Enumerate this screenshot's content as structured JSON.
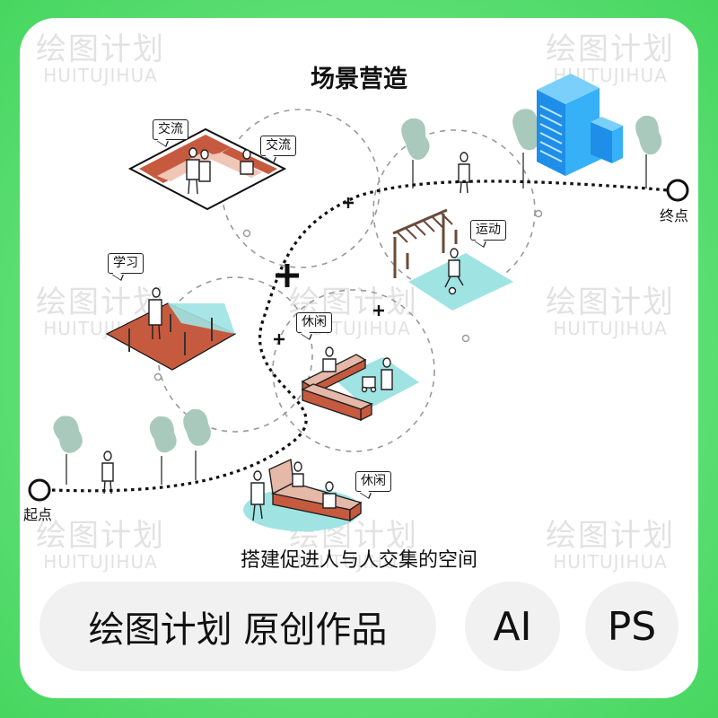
{
  "title": "场景营造",
  "subtitle": "搭建促进人与人交集的空间",
  "labels": {
    "exchange_1": "交流",
    "exchange_2": "交流",
    "study": "学习",
    "sport": "运动",
    "leisure_1": "休闲",
    "leisure_2": "休闲",
    "start": "起点",
    "end": "终点"
  },
  "footer": {
    "main": "绘图计划 原创作品",
    "ai": "AI",
    "ps": "PS"
  },
  "watermark": {
    "cn": "绘图计划",
    "en": "HUITUJIHUA"
  },
  "colors": {
    "background": "#5fe07a",
    "card": "#ffffff",
    "terracotta": "#c65a3f",
    "aqua": "#9fe3e3",
    "tree": "#a9c9bc",
    "building": "#2ea3ee"
  }
}
